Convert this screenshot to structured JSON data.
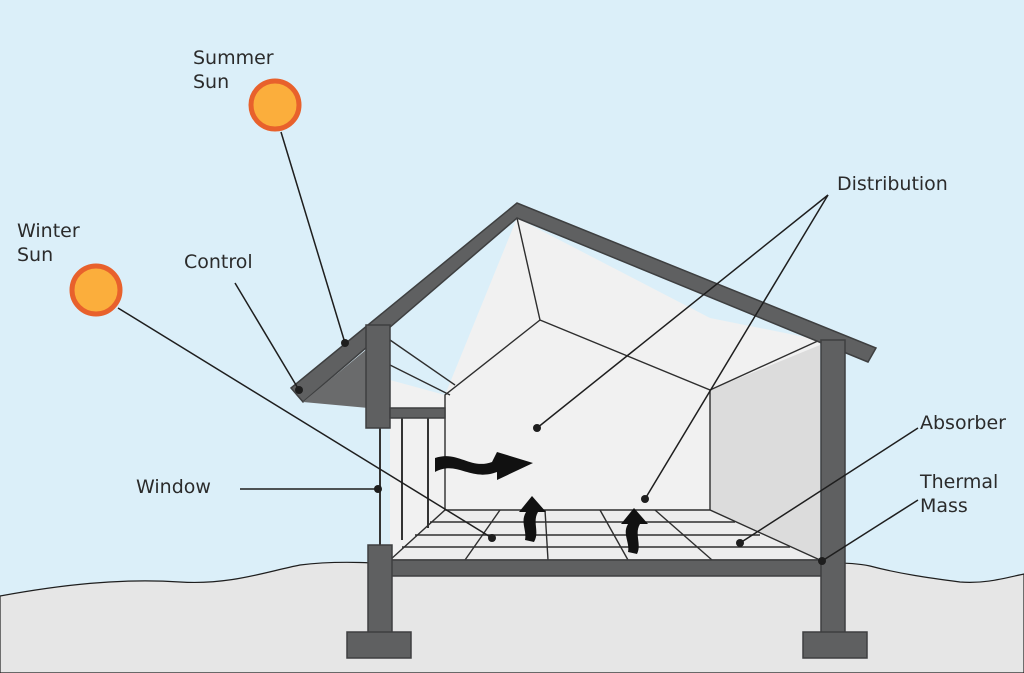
{
  "labels": {
    "summer_sun": [
      "Summer",
      "Sun"
    ],
    "winter_sun": [
      "Winter",
      "Sun"
    ],
    "control": "Control",
    "window": "Window",
    "distribution": "Distribution",
    "absorber": "Absorber",
    "thermal_mass": [
      "Thermal",
      "Mass"
    ]
  },
  "colors": {
    "sky": "#dbeff9",
    "ground": "#e6e6e6",
    "sun_fill": "#fbae3c",
    "sun_outline": "#e8612c",
    "structure": "#5f6061",
    "interior": "#f1f1f1",
    "side_wall": "#dcdcdc"
  }
}
